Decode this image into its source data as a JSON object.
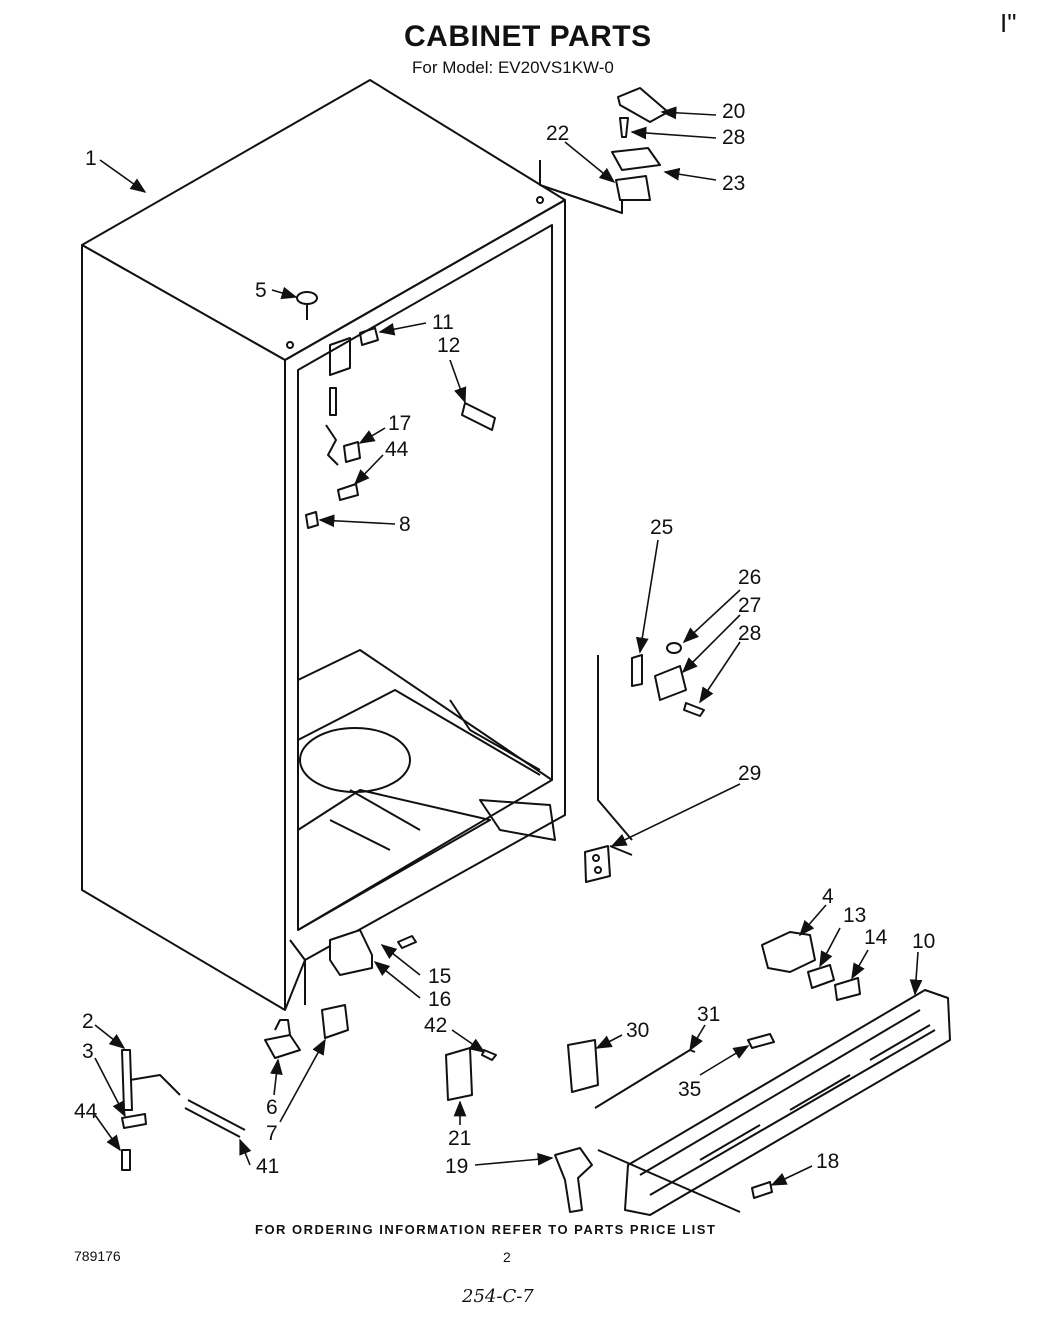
{
  "header": {
    "title": "CABINET PARTS",
    "model_line": "For Model: EV20VS1KW-0",
    "corner_mark": "I\""
  },
  "callouts": {
    "c1": "1",
    "c2": "2",
    "c3": "3",
    "c4": "4",
    "c5": "5",
    "c6": "6",
    "c7": "7",
    "c8": "8",
    "c10": "10",
    "c11": "11",
    "c12": "12",
    "c13": "13",
    "c14": "14",
    "c15": "15",
    "c16": "16",
    "c17": "17",
    "c18": "18",
    "c19": "19",
    "c20": "20",
    "c21": "21",
    "c22": "22",
    "c23": "23",
    "c25": "25",
    "c26": "26",
    "c27": "27",
    "c28a": "28",
    "c28b": "28",
    "c29": "29",
    "c30": "30",
    "c31": "31",
    "c35": "35",
    "c41": "41",
    "c42": "42",
    "c44a": "44",
    "c44b": "44"
  },
  "footer": {
    "ordering_note": "FOR ORDERING INFORMATION REFER TO PARTS PRICE LIST",
    "document_number": "789176",
    "page_number": "2",
    "handwritten_code": "254-C-7"
  }
}
